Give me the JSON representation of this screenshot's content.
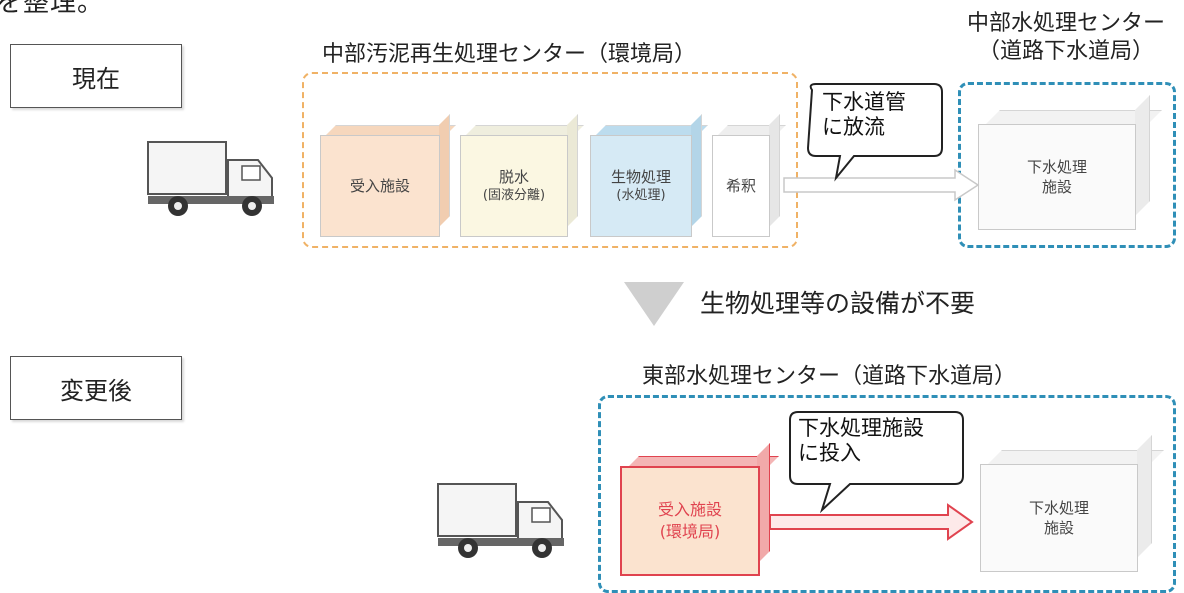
{
  "corner_title": "を整理。",
  "current_label": "現在",
  "after_label": "変更後",
  "center_chubu_sludge": "中部汚泥再生処理センター（環境局）",
  "center_chubu_water_line1": "中部水処理センター",
  "center_chubu_water_line2": "（道路下水道局）",
  "process_boxes": [
    {
      "line1": "受入施設",
      "line2": ""
    },
    {
      "line1": "脱水",
      "line2": "(固液分離)"
    },
    {
      "line1": "生物処理",
      "line2": "(水処理)"
    },
    {
      "line1": "希釈",
      "line2": ""
    }
  ],
  "sewer_box_top": {
    "line1": "下水処理",
    "line2": "施設"
  },
  "bubble_top": {
    "line1": "下水道管",
    "line2": "に放流"
  },
  "middle_message": "生物処理等の設備が不要",
  "center_tobu_water": "東部水処理センター（道路下水道局）",
  "receiving_bottom": {
    "line1": "受入施設",
    "line2": "(環境局)"
  },
  "sewer_box_bottom": {
    "line1": "下水処理",
    "line2": "施設"
  },
  "bubble_bottom": {
    "line1": "下水処理施設",
    "line2": "に投入"
  },
  "colors": {
    "receiving": "#fbe3cf",
    "dewater": "#fbf7e2",
    "bio": "#d6eaf5",
    "dilute": "#ffffff",
    "orange_dash": "#f0b266",
    "blue_dash": "#2f8fb7",
    "red": "#e0434f"
  }
}
